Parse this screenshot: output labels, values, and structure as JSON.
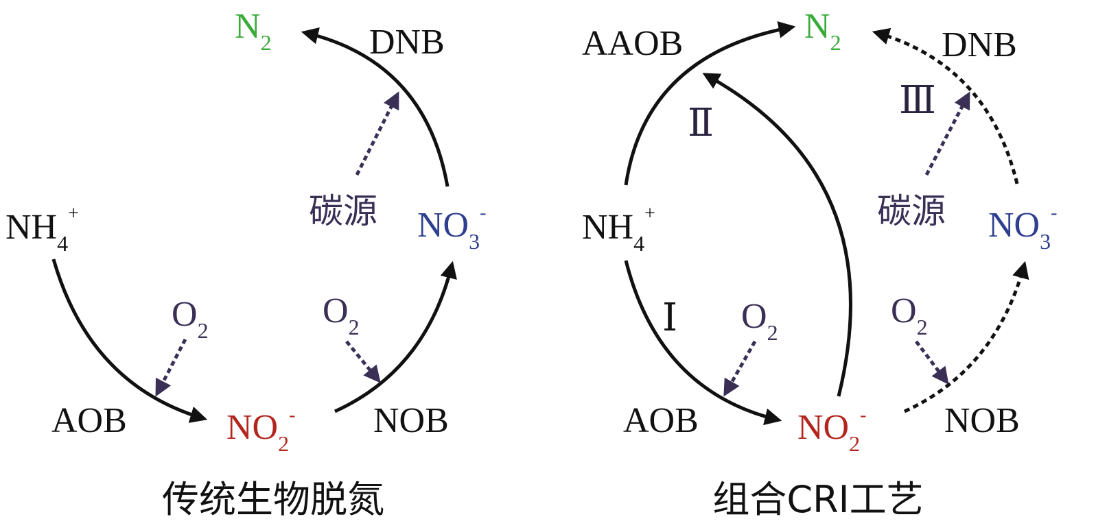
{
  "colors": {
    "black": "#111111",
    "purple": "#3a2f55",
    "green": "#3aaa3a",
    "red": "#b3261e",
    "blue": "#2f3f8f"
  },
  "left": {
    "title": "传统生物脱氮",
    "n2": {
      "base": "N",
      "sub": "2"
    },
    "dnb": "DNB",
    "carbon": "碳源",
    "no3": {
      "base": "NO",
      "sub": "3",
      "sup": "-"
    },
    "nh4": {
      "base": "NH",
      "sub": "4",
      "sup": "+"
    },
    "o2_left": {
      "base": "O",
      "sub": "2"
    },
    "o2_right": {
      "base": "O",
      "sub": "2"
    },
    "aob": "AOB",
    "no2": {
      "base": "NO",
      "sub": "2",
      "sup": "-"
    },
    "nob": "NOB"
  },
  "right": {
    "title": "组合CRI工艺",
    "n2": {
      "base": "N",
      "sub": "2"
    },
    "aaob": "AAOB",
    "dnb": "DNB",
    "roman_1": "Ⅰ",
    "roman_2": "Ⅱ",
    "roman_3": "Ⅲ",
    "carbon": "碳源",
    "no3": {
      "base": "NO",
      "sub": "3",
      "sup": "-"
    },
    "nh4": {
      "base": "NH",
      "sub": "4",
      "sup": "+"
    },
    "o2_left": {
      "base": "O",
      "sub": "2"
    },
    "o2_right": {
      "base": "O",
      "sub": "2"
    },
    "aob": "AOB",
    "no2": {
      "base": "NO",
      "sub": "2",
      "sup": "-"
    },
    "nob": "NOB"
  }
}
